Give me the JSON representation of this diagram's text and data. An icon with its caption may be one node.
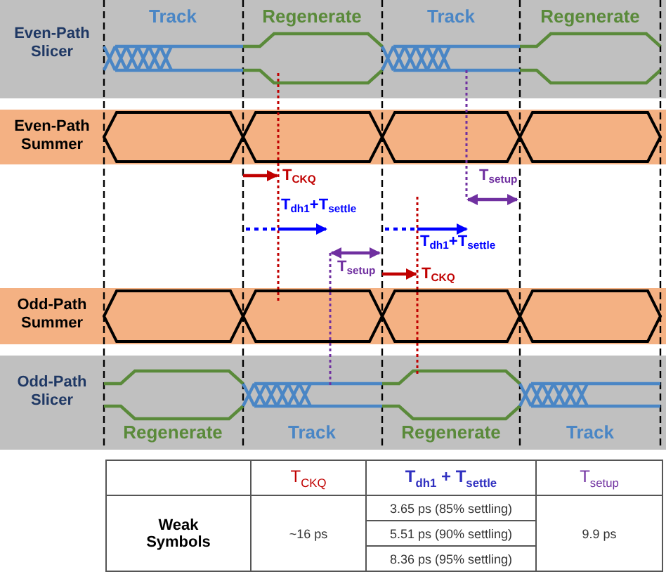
{
  "diagram": {
    "labels": [
      "Even-Path Slicer",
      "Track",
      "Regenerate",
      "Track",
      "Regenerate",
      "Even-Path Summer",
      "T$_{CKQ}$",
      "T$_{setup}$",
      "T$_{dh1}$+T$_{settle}$",
      "T$_{dh1}$+T$_{settle}$",
      "T$_{setup}$",
      "T$_{CKQ}$",
      "Odd-Path Summer",
      "Odd-Path Slicer",
      "Regenerate",
      "Track",
      "Regenerate",
      "Track",
      "T$_{CKQ}$",
      "T$_{dh1}$ + T$_{settle}$",
      "T$_{setup}$",
      "3.65 ps (85% settling)",
      "Weak Symbols",
      "~16 ps",
      "5.51 ps (90% settling)",
      "9.9 ps",
      "8.36 ps (95% settling)"
    ]
  }
}
